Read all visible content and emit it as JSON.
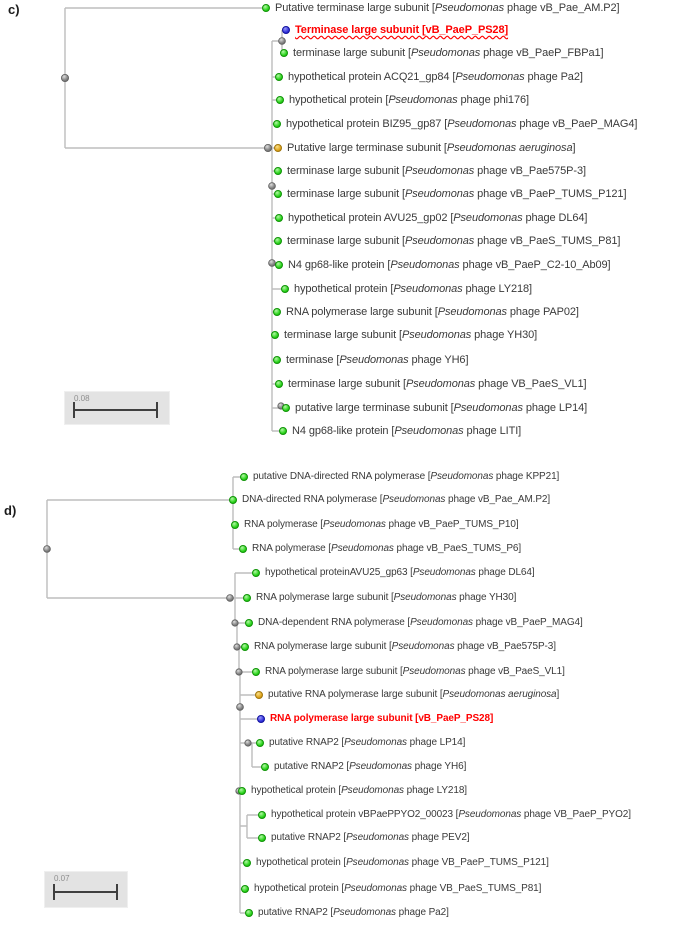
{
  "figure": {
    "type": "phylogenetic-trees",
    "colors": {
      "highlight_text_red": "#ff0000",
      "leaf_node_green": "#2bd51c",
      "internal_node_gray": "#8a8a8a",
      "outgroup_node_orange": "#e0a51c",
      "query_node_blue": "#3333dd",
      "branch_gray": "#bdbdbd"
    }
  },
  "trees": [
    {
      "id": "c",
      "panel_label": "c)",
      "scale_bar": {
        "value": "0.08"
      },
      "leaves": [
        {
          "protein": "Putative terminase large subunit",
          "org_italic": "Pseudomonas",
          "org_rest": " phage vB_Pae_AM.P2",
          "node": "green",
          "highlight": false
        },
        {
          "protein": "Terminase large subunit [vB_PaeP_PS28]",
          "org_italic": "",
          "org_rest": "",
          "node": "blue",
          "highlight": true,
          "underline": true
        },
        {
          "protein": "terminase large subunit",
          "org_italic": "Pseudomonas",
          "org_rest": " phage vB_PaeP_FBPa1",
          "node": "green",
          "highlight": false
        },
        {
          "protein": "hypothetical protein ACQ21_gp84",
          "org_italic": "Pseudomonas",
          "org_rest": " phage Pa2",
          "node": "green",
          "highlight": false
        },
        {
          "protein": "hypothetical protein",
          "org_italic": "Pseudomonas",
          "org_rest": " phage phi176",
          "node": "green",
          "highlight": false
        },
        {
          "protein": "hypothetical protein BIZ95_gp87",
          "org_italic": "Pseudomonas",
          "org_rest": " phage vB_PaeP_MAG4",
          "node": "green",
          "highlight": false
        },
        {
          "protein": "Putative large terminase subunit",
          "org_italic": "Pseudomonas aeruginosa",
          "org_rest": "",
          "node": "orange",
          "highlight": false
        },
        {
          "protein": "terminase large subunit",
          "org_italic": "Pseudomonas",
          "org_rest": " phage vB_Pae575P-3",
          "node": "green",
          "highlight": false
        },
        {
          "protein": "terminase large subunit",
          "org_italic": "Pseudomonas",
          "org_rest": " phage vB_PaeP_TUMS_P121",
          "node": "green",
          "highlight": false
        },
        {
          "protein": "hypothetical protein AVU25_gp02",
          "org_italic": "Pseudomonas",
          "org_rest": " phage DL64",
          "node": "green",
          "highlight": false
        },
        {
          "protein": "terminase large subunit",
          "org_italic": "Pseudomonas",
          "org_rest": " phage vB_PaeS_TUMS_P81",
          "node": "green",
          "highlight": false
        },
        {
          "protein": "N4 gp68-like protein",
          "org_italic": "Pseudomonas",
          "org_rest": " phage vB_PaeP_C2-10_Ab09",
          "node": "green",
          "highlight": false
        },
        {
          "protein": "hypothetical protein",
          "org_italic": "Pseudomonas",
          "org_rest": " phage LY218",
          "node": "green",
          "highlight": false
        },
        {
          "protein": "RNA polymerase large subunit",
          "org_italic": "Pseudomonas",
          "org_rest": " phage PAP02",
          "node": "green",
          "highlight": false
        },
        {
          "protein": "terminase large subunit",
          "org_italic": "Pseudomonas",
          "org_rest": " phage YH30",
          "node": "green",
          "highlight": false
        },
        {
          "protein": "terminase",
          "org_italic": "Pseudomonas",
          "org_rest": " phage YH6",
          "node": "green",
          "highlight": false
        },
        {
          "protein": "terminase large subunit",
          "org_italic": "Pseudomonas",
          "org_rest": " phage VB_PaeS_VL1",
          "node": "green",
          "highlight": false
        },
        {
          "protein": "putative large terminase subunit",
          "org_italic": "Pseudomonas",
          "org_rest": " phage LP14",
          "node": "green",
          "highlight": false
        },
        {
          "protein": "N4 gp68-like protein",
          "org_italic": "Pseudomonas",
          "org_rest": " phage LITI",
          "node": "green",
          "highlight": false
        }
      ]
    },
    {
      "id": "d",
      "panel_label": "d)",
      "scale_bar": {
        "value": "0.07"
      },
      "leaves": [
        {
          "protein": "putative DNA-directed RNA polymerase",
          "org_italic": "Pseudomonas",
          "org_rest": " phage KPP21",
          "node": "green",
          "highlight": false
        },
        {
          "protein": "DNA-directed RNA polymerase",
          "org_italic": "Pseudomonas",
          "org_rest": " phage vB_Pae_AM.P2",
          "node": "green",
          "highlight": false
        },
        {
          "protein": "RNA polymerase",
          "org_italic": "Pseudomonas",
          "org_rest": " phage vB_PaeP_TUMS_P10",
          "node": "green",
          "highlight": false
        },
        {
          "protein": "RNA polymerase",
          "org_italic": "Pseudomonas",
          "org_rest": " phage vB_PaeS_TUMS_P6",
          "node": "green",
          "highlight": false
        },
        {
          "protein": "hypothetical proteinAVU25_gp63",
          "org_italic": "Pseudomonas",
          "org_rest": " phage DL64",
          "node": "green",
          "highlight": false
        },
        {
          "protein": "RNA polymerase large subunit",
          "org_italic": "Pseudomonas",
          "org_rest": " phage YH30",
          "node": "green",
          "highlight": false
        },
        {
          "protein": "DNA-dependent RNA polymerase",
          "org_italic": "Pseudomonas",
          "org_rest": " phage vB_PaeP_MAG4",
          "node": "green",
          "highlight": false
        },
        {
          "protein": "RNA polymerase large subunit",
          "org_italic": "Pseudomonas",
          "org_rest": " phage vB_Pae575P-3",
          "node": "green",
          "highlight": false
        },
        {
          "protein": "RNA polymerase large subunit",
          "org_italic": "Pseudomonas",
          "org_rest": " phage vB_PaeS_VL1",
          "node": "green",
          "highlight": false
        },
        {
          "protein": "putative RNA polymerase large subunit",
          "org_italic": "Pseudomonas aeruginosa",
          "org_rest": "",
          "node": "orange",
          "highlight": false
        },
        {
          "protein": "RNA polymerase large subunit [vB_PaeP_PS28]",
          "org_italic": "",
          "org_rest": "",
          "node": "blue",
          "highlight": true,
          "underline": false
        },
        {
          "protein": "putative RNAP2",
          "org_italic": "Pseudomonas",
          "org_rest": " phage LP14",
          "node": "green",
          "highlight": false
        },
        {
          "protein": "putative RNAP2",
          "org_italic": "Pseudomonas",
          "org_rest": " phage YH6",
          "node": "green",
          "highlight": false
        },
        {
          "protein": "hypothetical protein",
          "org_italic": "Pseudomonas",
          "org_rest": " phage LY218",
          "node": "green",
          "highlight": false
        },
        {
          "protein": "hypothetical protein vBPaePPYO2_00023",
          "org_italic": "Pseudomonas",
          "org_rest": " phage VB_PaeP_PYO2",
          "node": "green",
          "highlight": false
        },
        {
          "protein": "putative RNAP2",
          "org_italic": "Pseudomonas",
          "org_rest": " phage PEV2",
          "node": "green",
          "highlight": false
        },
        {
          "protein": "hypothetical protein",
          "org_italic": "Pseudomonas",
          "org_rest": " phage VB_PaeP_TUMS_P121",
          "node": "green",
          "highlight": false
        },
        {
          "protein": "hypothetical protein",
          "org_italic": "Pseudomonas",
          "org_rest": " phage VB_PaeS_TUMS_P81",
          "node": "green",
          "highlight": false
        },
        {
          "protein": "putative RNAP2",
          "org_italic": "Pseudomonas",
          "org_rest": " phage Pa2",
          "node": "green",
          "highlight": false
        }
      ]
    }
  ]
}
